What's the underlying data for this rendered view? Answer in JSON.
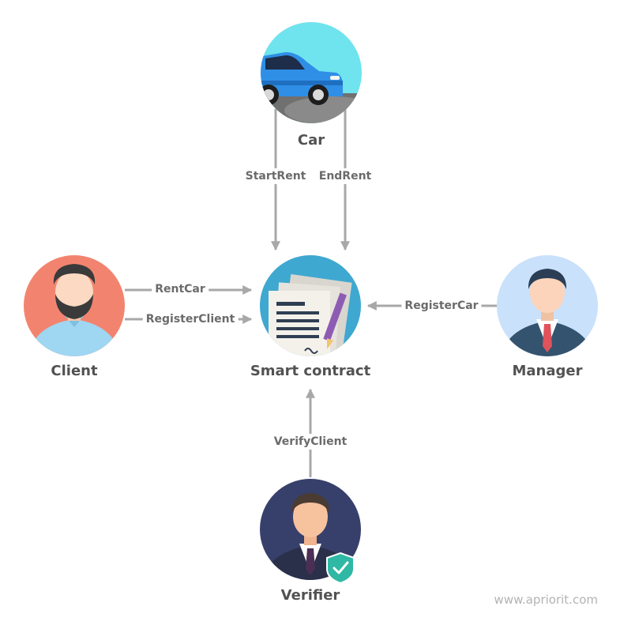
{
  "nodes": {
    "car": {
      "label": "Car",
      "circle_color": "#6fe3ee"
    },
    "client": {
      "label": "Client",
      "circle_color": "#f2846f"
    },
    "contract": {
      "label": "Smart contract",
      "circle_color": "#3fa8d0"
    },
    "manager": {
      "label": "Manager",
      "circle_color": "#c9e1fb"
    },
    "verifier": {
      "label": "Verifier",
      "circle_color": "#37406a"
    }
  },
  "edges": {
    "start_rent": {
      "label": "StartRent",
      "from": "car",
      "to": "contract"
    },
    "end_rent": {
      "label": "EndRent",
      "from": "car",
      "to": "contract"
    },
    "rent_car": {
      "label": "RentCar",
      "from": "client",
      "to": "contract"
    },
    "register_client": {
      "label": "RegisterClient",
      "from": "client",
      "to": "contract"
    },
    "register_car": {
      "label": "RegisterCar",
      "from": "manager",
      "to": "contract"
    },
    "verify_client": {
      "label": "VerifyClient",
      "from": "verifier",
      "to": "contract"
    }
  },
  "colors": {
    "arrow": "#a8a8a8",
    "label_text": "#525252"
  },
  "watermark": "www.apriorit.com"
}
